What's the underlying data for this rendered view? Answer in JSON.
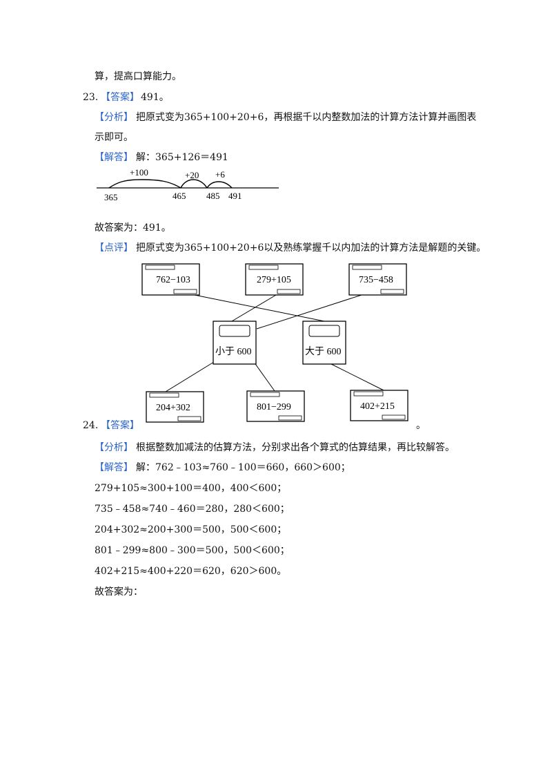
{
  "lines": {
    "l0": "算，提高口算能力。",
    "q23_num": "23.",
    "q23_answer_tag": "【答案】",
    "q23_answer": "491。",
    "q23_analysis_tag": "【分析】",
    "q23_analysis_1": "把原式变为365+100+20+6，再根据千以内整数加法的计算方法计算并画图表",
    "q23_analysis_2": "示即可。",
    "q23_solution_tag": "【解答】",
    "q23_solution": "解：365+126＝491",
    "q23_conclusion": "故答案为：491。",
    "q23_comment_tag": "【点评】",
    "q23_comment": "把原式变为365+100+20+6以及熟练掌握千以内加法的计算方法是解题的关键。",
    "q24_num": "24.",
    "q24_answer_tag": "【答案】",
    "q24_period": "。",
    "q24_analysis_tag": "【分析】",
    "q24_analysis": "根据整数加减法的估算方法，分别求出各个算式的估算结果，再比较解答。",
    "q24_solution_tag": "【解答】",
    "q24_s1": "解：762﹣103≈760﹣100＝660，660＞600；",
    "q24_s2": "279+105≈300+100＝400，400＜600；",
    "q24_s3": "735﹣458≈740﹣460＝280，280＜600；",
    "q24_s4": "204+302≈200+300＝500，500＜600；",
    "q24_s5": "801﹣299≈800﹣300＝500，500＜600；",
    "q24_s6": "402+215≈400+220＝620，620＞600。",
    "q24_conclusion": "故答案为："
  },
  "numberline": {
    "jumps": [
      "+100",
      "+20",
      "+6"
    ],
    "ticks": [
      "365",
      "465",
      "485",
      "491"
    ]
  },
  "diagram": {
    "top": [
      "762−103",
      "279+105",
      "735−458"
    ],
    "middle": [
      "小于 600",
      "大于 600"
    ],
    "bottom": [
      "204+302",
      "801−299",
      "402+215"
    ]
  },
  "colors": {
    "tag": "#2a64c8"
  }
}
